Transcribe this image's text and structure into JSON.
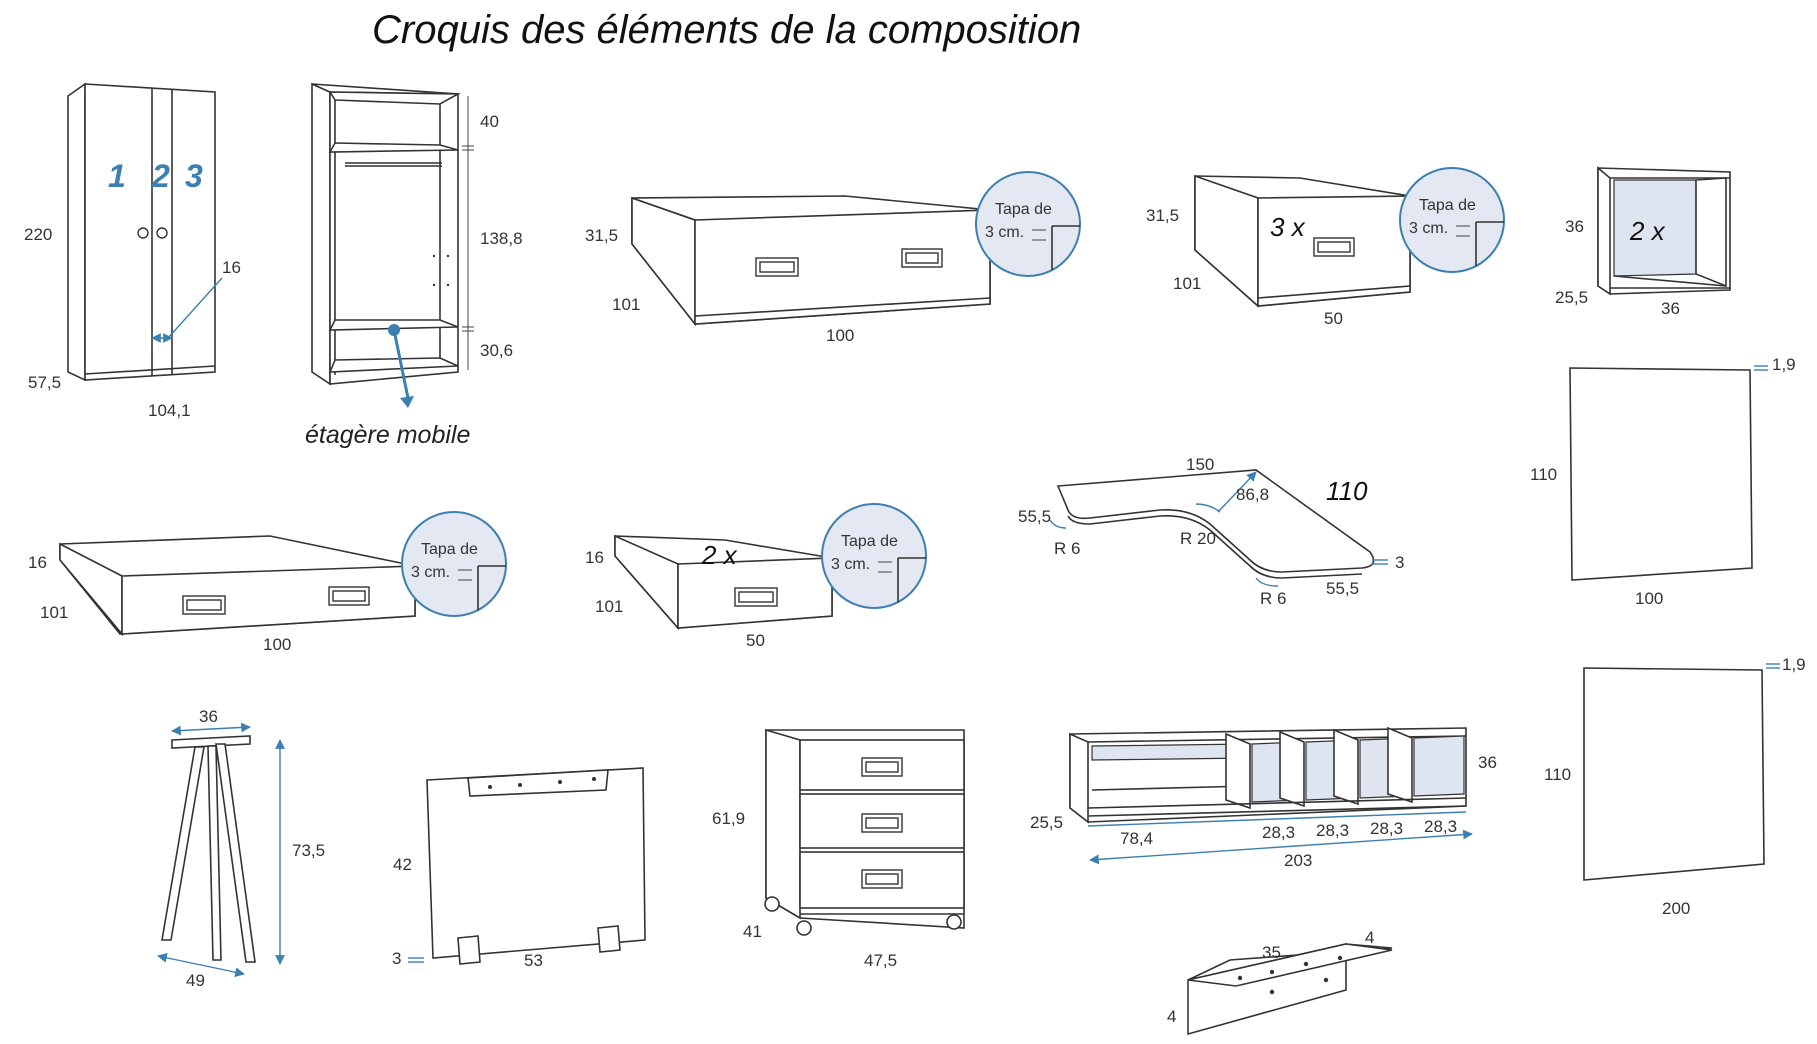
{
  "title": "Croquis des éléments de la composition",
  "wardrobe": {
    "numbers": [
      "1",
      "2",
      "3"
    ],
    "height": "220",
    "depth": "57,5",
    "width": "104,1",
    "door_gap": "16"
  },
  "interior": {
    "top": "40",
    "middle": "138,8",
    "bottom": "30,6",
    "shelf_label": "étagère  mobile"
  },
  "drawer_large": {
    "height": "31,5",
    "depth": "101",
    "width": "100"
  },
  "drawer_small": {
    "qty": "3 x",
    "height": "31,5",
    "depth": "101",
    "width": "50"
  },
  "cube": {
    "qty": "2 x",
    "height": "36",
    "depth": "25,5",
    "width": "36"
  },
  "tapa": {
    "line1": "Tapa de",
    "line2": "3 cm."
  },
  "panel1": {
    "thickness": "1,9",
    "height": "110",
    "width": "100"
  },
  "low_drawer_large": {
    "height": "16",
    "depth": "101",
    "width": "100"
  },
  "low_drawer_small": {
    "qty": "2 x",
    "height": "16",
    "depth": "101",
    "width": "50"
  },
  "desk": {
    "top_len": "150",
    "diag": "86,8",
    "depth_left": "55,5",
    "radius_left": "R 6",
    "radius_inner": "R 20",
    "right_len": "110",
    "thickness": "3",
    "radius_right": "R 6",
    "depth_right": "55,5"
  },
  "leg": {
    "top": "36",
    "height": "73,5",
    "base": "49"
  },
  "modesty_panel": {
    "height": "42",
    "thickness": "3",
    "width": "53"
  },
  "pedestal": {
    "height": "61,9",
    "depth": "41",
    "width": "47,5"
  },
  "bookcase": {
    "height": "36",
    "depth": "25,5",
    "sections": [
      "78,4",
      "28,3",
      "28,3",
      "28,3",
      "28,3"
    ],
    "total": "203"
  },
  "panel2": {
    "thickness": "1,9",
    "height": "110",
    "width": "200"
  },
  "bracket": {
    "length": "35",
    "thickness": "4",
    "height": "4"
  }
}
